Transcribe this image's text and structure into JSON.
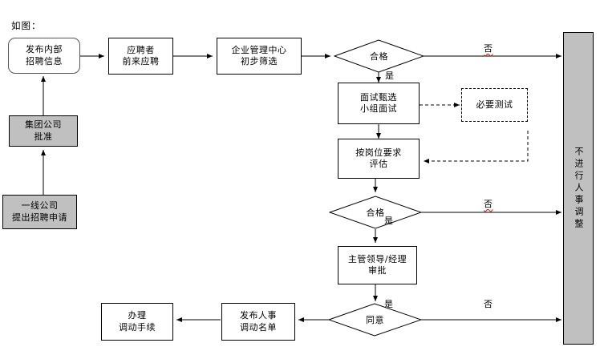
{
  "meta": {
    "title": "内部招聘与人事调动流程图",
    "caption": "如图：",
    "colors": {
      "fill_default": "#ffffff",
      "fill_highlight": "#c0c0c0",
      "stroke": "#000000",
      "spellcheck_underline": "#ff0000"
    }
  },
  "diagram": {
    "type": "flowchart",
    "nodes": [
      {
        "id": "n1",
        "shape": "rounded-rect",
        "fill": "#ffffff",
        "lines": [
          "发布内部",
          "招聘信息"
        ]
      },
      {
        "id": "n2",
        "shape": "rect",
        "fill": "#ffffff",
        "lines": [
          "应聘者",
          "前来应聘"
        ]
      },
      {
        "id": "n3",
        "shape": "rect",
        "fill": "#ffffff",
        "lines": [
          "企业管理中心",
          "初步筛选"
        ]
      },
      {
        "id": "n4",
        "shape": "diamond",
        "fill": "#ffffff",
        "lines": [
          "合格"
        ]
      },
      {
        "id": "n5",
        "shape": "rect",
        "fill": "#ffffff",
        "lines": [
          "面试甄选",
          "小组面试"
        ]
      },
      {
        "id": "n6",
        "shape": "rect-dashed",
        "fill": "#ffffff",
        "lines": [
          "必要测试"
        ]
      },
      {
        "id": "n7",
        "shape": "rect",
        "fill": "#ffffff",
        "lines": [
          "按岗位要求",
          "评估"
        ]
      },
      {
        "id": "n8",
        "shape": "diamond",
        "fill": "#ffffff",
        "lines": [
          "合格"
        ]
      },
      {
        "id": "n9",
        "shape": "rect",
        "fill": "#ffffff",
        "lines": [
          "主管领导/经理",
          "审批"
        ]
      },
      {
        "id": "n10",
        "shape": "diamond",
        "fill": "#ffffff",
        "lines": [
          "同意"
        ]
      },
      {
        "id": "n11",
        "shape": "rect",
        "fill": "#ffffff",
        "lines": [
          "发布人事",
          "调动名单"
        ]
      },
      {
        "id": "n12",
        "shape": "rect",
        "fill": "#ffffff",
        "lines": [
          "办理",
          "调动手续"
        ]
      },
      {
        "id": "n13",
        "shape": "rect",
        "fill": "#c0c0c0",
        "lines": [
          "集团公司",
          "批准"
        ]
      },
      {
        "id": "n14",
        "shape": "rect",
        "fill": "#c0c0c0",
        "lines": [
          "一线公司",
          "提出招聘申请"
        ]
      },
      {
        "id": "n15",
        "shape": "rect-vertical",
        "fill": "#c0c0c0",
        "lines": [
          "不进行人事调整"
        ]
      }
    ],
    "edge_labels": [
      {
        "id": "e1",
        "text": "否",
        "spellcheck": true,
        "from": "n4",
        "to": "n15"
      },
      {
        "id": "e2",
        "text": "是",
        "spellcheck": false,
        "from": "n4",
        "to": "n5"
      },
      {
        "id": "e3",
        "text": "否",
        "spellcheck": true,
        "from": "n8",
        "to": "n15"
      },
      {
        "id": "e4",
        "text": "是",
        "spellcheck": false,
        "from": "n8",
        "to": "n9"
      },
      {
        "id": "e5",
        "text": "否",
        "spellcheck": false,
        "from": "n10",
        "to": "n15"
      },
      {
        "id": "e6",
        "text": "是",
        "spellcheck": false,
        "from": "n10",
        "to": "n11"
      }
    ]
  }
}
